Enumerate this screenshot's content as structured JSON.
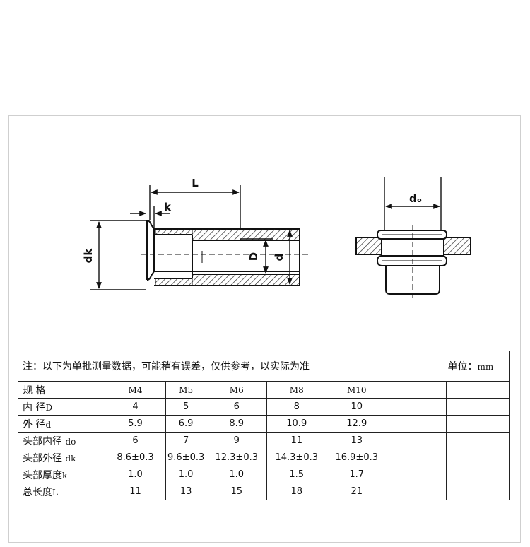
{
  "diagram": {
    "labels": {
      "L": "L",
      "k": "k",
      "dk": "dk",
      "D": "D",
      "d": "d",
      "do": "dₒ"
    }
  },
  "table": {
    "note": "注：以下为单批测量数据，可能稍有误差，仅供参考，以实际为准",
    "unit_label": "单位：",
    "unit_value": "mm",
    "columns": [
      "M4",
      "M5",
      "M6",
      "M8",
      "M10",
      "",
      ""
    ],
    "rows": [
      {
        "label": "内 径",
        "symbol": "D",
        "values": [
          "4",
          "5",
          "6",
          "8",
          "10",
          "",
          ""
        ]
      },
      {
        "label": "外 径",
        "symbol": "d",
        "values": [
          "5.9",
          "6.9",
          "8.9",
          "10.9",
          "12.9",
          "",
          ""
        ]
      },
      {
        "label": "头部内径",
        "symbol": "do",
        "values": [
          "6",
          "7",
          "9",
          "11",
          "13",
          "",
          ""
        ]
      },
      {
        "label": "头部外径",
        "symbol": "dk",
        "values": [
          "8.6±0.3",
          "9.6±0.3",
          "12.3±0.3",
          "14.3±0.3",
          "16.9±0.3",
          "",
          ""
        ]
      },
      {
        "label": "头部厚度",
        "symbol": "k",
        "values": [
          "1.0",
          "1.0",
          "1.0",
          "1.5",
          "1.7",
          "",
          ""
        ]
      },
      {
        "label": "总长度",
        "symbol": "L",
        "values": [
          "11",
          "13",
          "15",
          "18",
          "21",
          "",
          ""
        ]
      }
    ],
    "header_label": "规 格"
  }
}
